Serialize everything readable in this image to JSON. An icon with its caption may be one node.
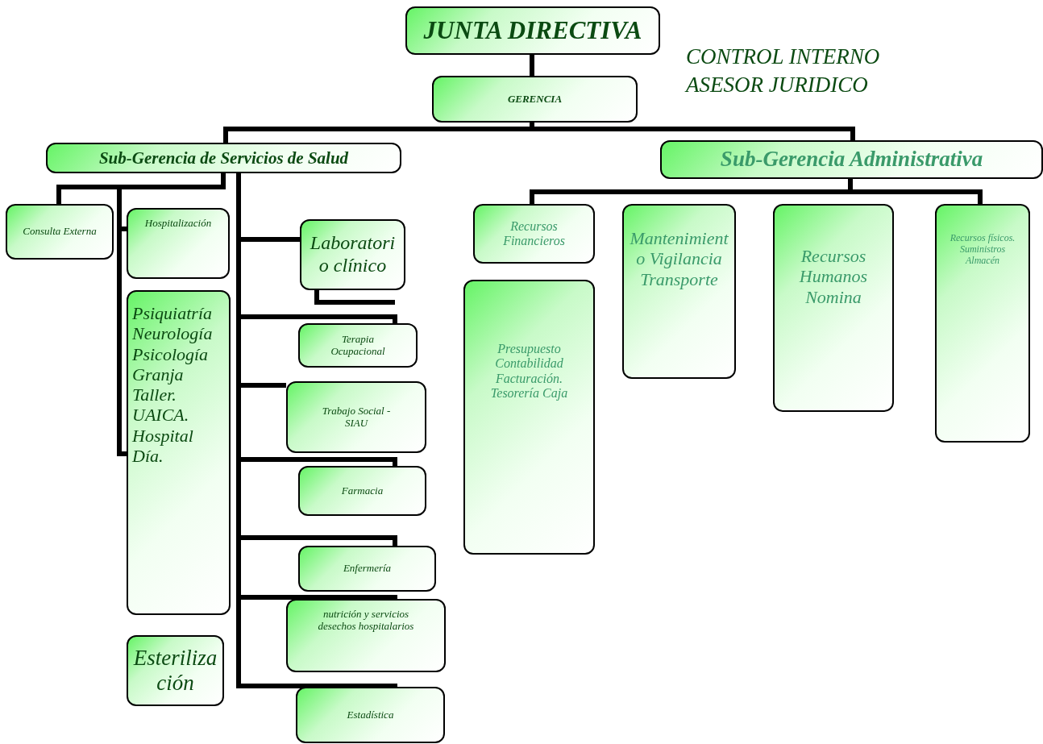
{
  "diagram": {
    "nodes": [
      {
        "text": [
          "JUNTA DIRECTIVA"
        ]
      },
      {
        "text": [
          "GERENCIA"
        ]
      },
      {
        "text": [
          "Sub-Gerencia de Servicios de Salud"
        ]
      },
      {
        "text": [
          "Sub-Gerencia Administrativa"
        ]
      },
      {
        "text": [
          "Consulta Externa"
        ]
      },
      {
        "text": [
          "Hospitalización"
        ]
      },
      {
        "text": [
          "Psiquiatría Neurología Psicología Granja Taller. UAICA. Hospital Día."
        ]
      },
      {
        "text": [
          "Esterilización"
        ]
      },
      {
        "text": [
          "Laboratorio clínico"
        ]
      },
      {
        "text": [
          "Terapia Ocupacional"
        ]
      },
      {
        "text": [
          "Trabajo Social - SIAU"
        ]
      },
      {
        "text": [
          "Farmacia"
        ]
      },
      {
        "text": [
          "Enfermería"
        ]
      },
      {
        "text": [
          "nutrición y servicios desechos hospitalarios"
        ]
      },
      {
        "text": [
          "Estadística"
        ]
      },
      {
        "text": [
          "Recursos Financieros"
        ]
      },
      {
        "text": [
          "Presupuesto Contabilidad Facturación. Tesorería Caja"
        ]
      },
      {
        "text": [
          "Mantenimiento Vigilancia Transporte"
        ]
      },
      {
        "text": [
          "Recursos Humanos Nomina"
        ]
      },
      {
        "text": [
          "Recursos físicos. Suministros Almacén"
        ]
      }
    ],
    "edges": [
      {
        "from": 0,
        "to": 1,
        "arrow": "none"
      },
      {
        "from": 1,
        "to": 2,
        "arrow": "none"
      },
      {
        "from": 1,
        "to": 3,
        "arrow": "none"
      },
      {
        "from": 2,
        "to": 4,
        "arrow": "none"
      },
      {
        "from": 2,
        "to": 5,
        "arrow": "none"
      },
      {
        "from": 2,
        "to": 6,
        "arrow": "none"
      },
      {
        "from": 2,
        "to": 8,
        "arrow": "none"
      },
      {
        "from": 2,
        "to": 9,
        "arrow": "none"
      },
      {
        "from": 2,
        "to": 10,
        "arrow": "none"
      },
      {
        "from": 2,
        "to": 11,
        "arrow": "none"
      },
      {
        "from": 2,
        "to": 12,
        "arrow": "none"
      },
      {
        "from": 2,
        "to": 13,
        "arrow": "none"
      },
      {
        "from": 2,
        "to": 14,
        "arrow": "none"
      },
      {
        "from": 3,
        "to": 15,
        "arrow": "none"
      },
      {
        "from": 3,
        "to": 19,
        "arrow": "none"
      }
    ],
    "labels": [
      "CONTROL INTERNO",
      "ASESOR JURIDICO"
    ]
  }
}
